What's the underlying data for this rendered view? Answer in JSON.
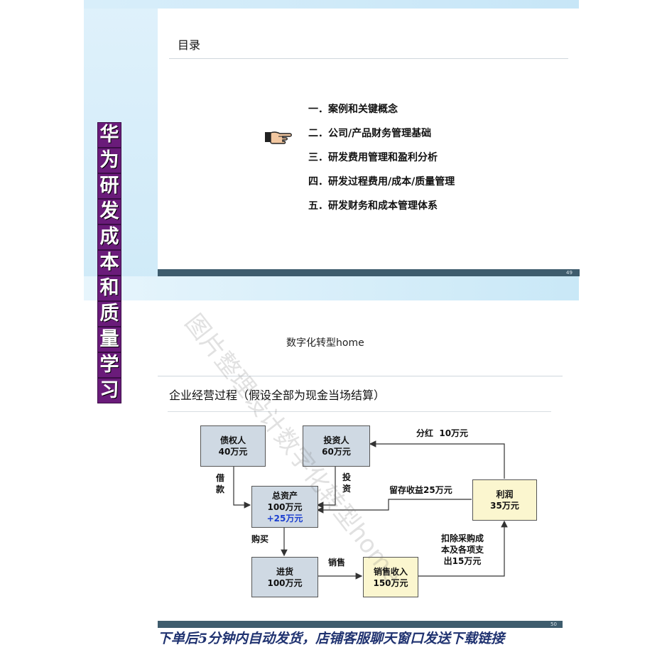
{
  "vertical_title": [
    "华",
    "为",
    "研",
    "发",
    "成",
    "本",
    "和",
    "质",
    "量",
    "学",
    "习"
  ],
  "slide1": {
    "title": "目录",
    "items": [
      "一．案例和关键概念",
      "二．公司/产品财务管理基础",
      "三．研发费用管理和盈利分析",
      "四．研发过程费用/成本/质量管理",
      "五．研发财务和成本管理体系"
    ],
    "page_number": "49",
    "pointer_icon": "pointing-hand-icon"
  },
  "caption": "数字化转型home",
  "slide2": {
    "title": "企业经营过程（假设全部为现金当场结算）",
    "boxes": {
      "creditor": [
        "债权人",
        "40万元"
      ],
      "investor": [
        "投资人",
        "60万元"
      ],
      "total_assets": [
        "总资产",
        "100万元",
        "+25万元"
      ],
      "profit": [
        "利润",
        "35万元"
      ],
      "purchase": [
        "进货",
        "100万元"
      ],
      "sales": [
        "销售收入",
        "150万元"
      ]
    },
    "labels": {
      "borrow": [
        "借",
        "款"
      ],
      "invest": [
        "投",
        "资"
      ],
      "dividend": "分红  10万元",
      "retained": "留存收益25万元",
      "buy": "购买",
      "sell": "销售",
      "deduct": [
        "扣除采购成",
        "本及各项支",
        "出15万元"
      ]
    },
    "page_number": "50"
  },
  "watermark": "图片整理设计数字化转型home",
  "banner": "下单后5分钟内自动发货，店铺客服聊天窗口发送下载链接",
  "colors": {
    "title_purple": "#6a1b7a",
    "footer_bar": "#3e5c6d",
    "box_blue": "#cfd9e3",
    "box_yellow": "#fbf6cf",
    "highlight_blue": "#1b3fd0",
    "banner": "#1f3270"
  }
}
